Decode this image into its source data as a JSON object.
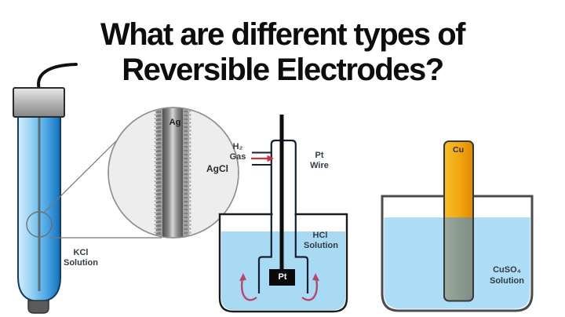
{
  "title": {
    "line1": "What are different types of",
    "line2": "Reversible Electrodes?"
  },
  "silver_silver_chloride": {
    "solution_label_line1": "KCl",
    "solution_label_line2": "Solution",
    "rod_label": "Ag",
    "coating_label": "AgCl"
  },
  "hydrogen_electrode": {
    "gas_label_line1": "H₂",
    "gas_label_line2": "Gas",
    "wire_label_line1": "Pt",
    "wire_label_line2": "Wire",
    "solution_label_line1": "HCl",
    "solution_label_line2": "Solution",
    "electrode_plate_label": "Pt"
  },
  "copper_electrode": {
    "electrode_label": "Cu",
    "solution_label_line1": "CuSO₄",
    "solution_label_line2": "Solution"
  },
  "colors": {
    "hcl_solution_blue": "#a9daf3",
    "cuso4_solution_blue": "#aedef7",
    "kcl_tube_blue_light": "#cdeafa",
    "kcl_tube_blue_dark": "#1f7cc4",
    "copper_orange": "#f2a60e",
    "copper_submerged_gray": "#8d9c92",
    "gas_arrow_red": "#c93240",
    "circulation_arrow_red": "#b8486b",
    "electrode_black": "#0a0a0a",
    "cap_gray": "#b5b5b5",
    "magnifier_fill_gray": "#ededed"
  }
}
